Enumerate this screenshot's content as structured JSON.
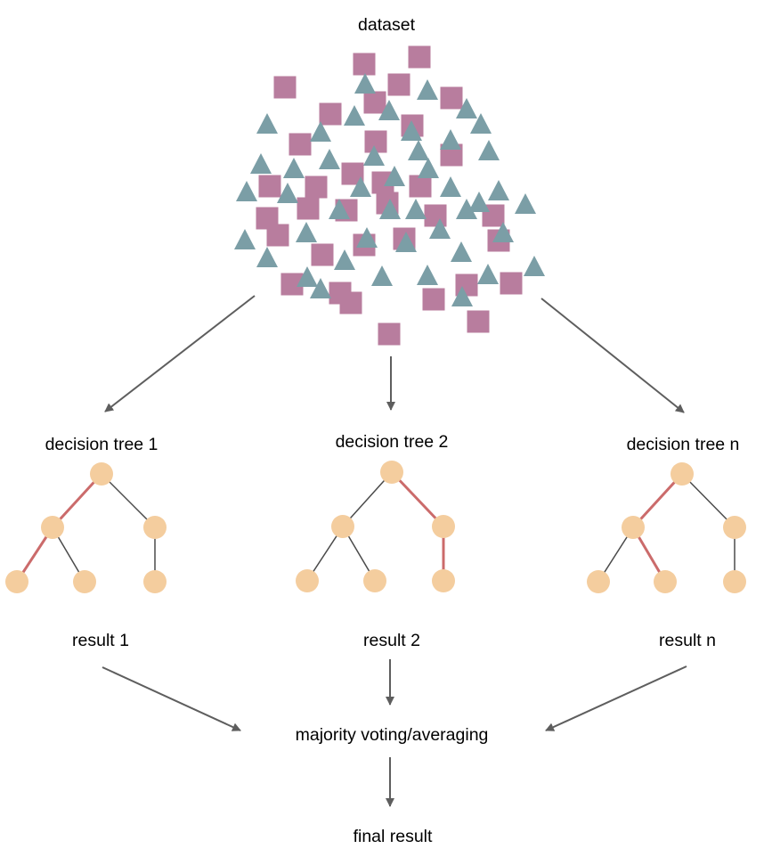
{
  "labels": {
    "dataset": "dataset",
    "tree_1": "decision tree 1",
    "tree_2": "decision tree 2",
    "tree_n": "decision tree n",
    "result_1": "result 1",
    "result_2": "result 2",
    "result_n": "result n",
    "aggregation": "majority voting/averaging",
    "final": "final result"
  },
  "colors": {
    "square": "#b87d9e",
    "triangle": "#7b9ea6",
    "node": "#f4cd9e",
    "edge": "#4a4a4a",
    "highlight_edge": "#cb6b6b",
    "arrow": "#5e5e5e"
  },
  "shapes": {
    "square_count": 35,
    "triangle_count": 45
  }
}
